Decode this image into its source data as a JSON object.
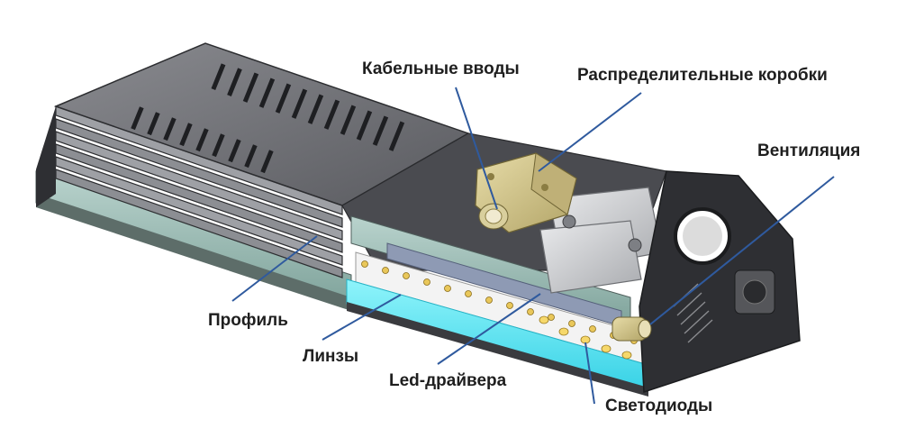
{
  "labels": {
    "cable_glands": "Кабельные вводы",
    "junction_boxes": "Распределительные коробки",
    "ventilation": "Вентиляция",
    "profile": "Профиль",
    "lenses": "Линзы",
    "led_drivers": "Led-драйвера",
    "leds": "Светодиоды"
  },
  "colors": {
    "leader_line": "#2f5a9e",
    "housing_top": "#6e6f73",
    "housing_dark": "#3b3c40",
    "profile_teal": "#8fb3ab",
    "lens_glow": "#5fe3f0",
    "junction_box": "#cdbf86",
    "end_cap": "#2e2f33"
  }
}
